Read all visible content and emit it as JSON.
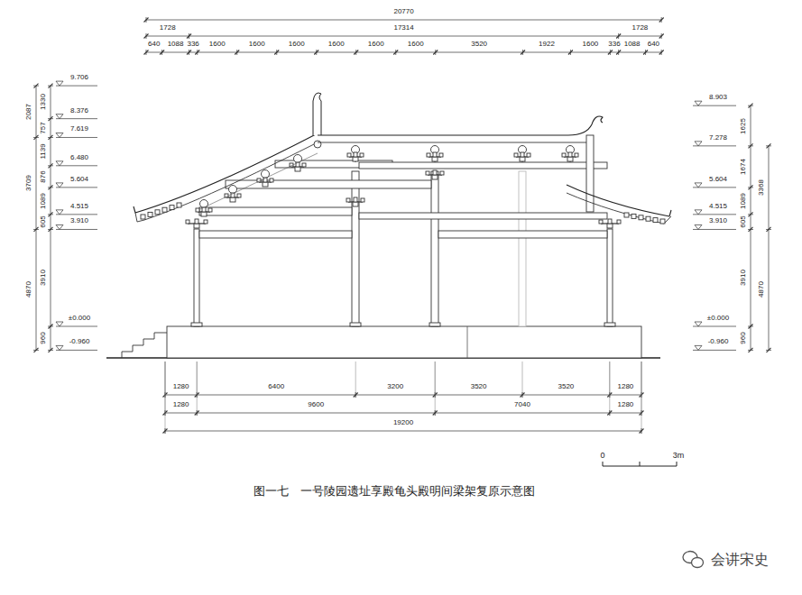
{
  "diagram": {
    "caption": "图一七　一号陵园遗址享殿龟头殿明间梁架复原示意图",
    "labels": [
      "20770",
      "1728",
      "17314",
      "1728",
      "640",
      "1088",
      "336",
      "1600",
      "1600",
      "1600",
      "1600",
      "1600",
      "1600",
      "3520",
      "1922",
      "1600",
      "336",
      "1088",
      "640",
      "9.706",
      "8.376",
      "7.619",
      "6.480",
      "5.604",
      "4.515",
      "3.910",
      "±0.000",
      "-0.960",
      "2087",
      "3709",
      "4870",
      "1330",
      "757",
      "1139",
      "876",
      "1089",
      "605",
      "3910",
      "960",
      "8.903",
      "7.278",
      "5.604",
      "4.515",
      "3.910",
      "±0.000",
      "-0.960",
      "1625",
      "1674",
      "1089",
      "605",
      "3910",
      "960",
      "3368",
      "4870",
      "1280",
      "6400",
      "3200",
      "3520",
      "3520",
      "1280",
      "1280",
      "9600",
      "7040",
      "1280",
      "19200",
      "0",
      "3m",
      "会讲宋史"
    ]
  }
}
